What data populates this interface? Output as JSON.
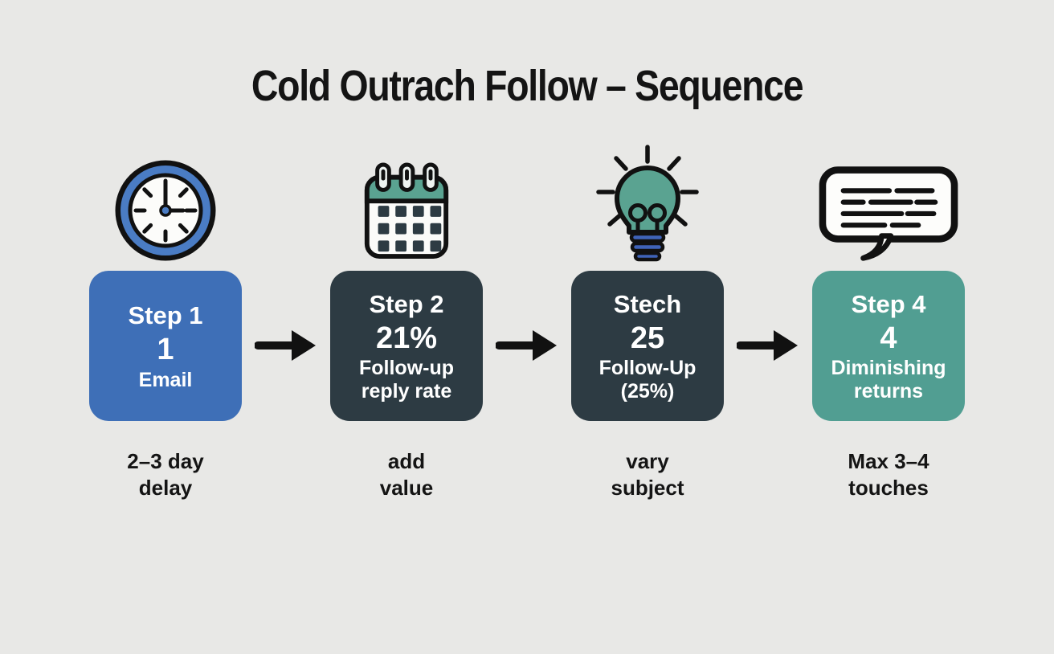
{
  "title": "Cold Outrach Follow – Sequence",
  "colors": {
    "background": "#e8e8e6",
    "box_blue": "#3e6fb7",
    "box_dark": "#2d3b43",
    "box_teal": "#519e92",
    "icon_teal": "#5aa391",
    "icon_ring_blue": "#4a7cc4",
    "bulb_base_blue": "#3f63b8",
    "box_text": "#ffffff",
    "caption_text": "#141414",
    "arrow": "#111111"
  },
  "icons": [
    "clock-icon",
    "calendar-icon",
    "lightbulb-icon",
    "speech-bubble-icon",
    "arrow-right-icon"
  ],
  "steps": [
    {
      "icon": "clock-icon",
      "box_color": "#3e6fb7",
      "step_label": "Step 1",
      "value": "1",
      "detail_line1": "Email",
      "detail_line2": "",
      "caption_line1": "2–3 day",
      "caption_line2": "delay"
    },
    {
      "icon": "calendar-icon",
      "box_color": "#2d3b43",
      "step_label": "Step 2",
      "value": "21%",
      "detail_line1": "Follow-up",
      "detail_line2": "reply rate",
      "caption_line1": "add",
      "caption_line2": "value"
    },
    {
      "icon": "lightbulb-icon",
      "box_color": "#2d3b43",
      "step_label": "Stech",
      "value": "25",
      "detail_line1": "Follow-Up",
      "detail_line2": "(25%)",
      "caption_line1": "vary",
      "caption_line2": "subject"
    },
    {
      "icon": "speech-bubble-icon",
      "box_color": "#519e92",
      "step_label": "Step 4",
      "value": "4",
      "detail_line1": "Diminishing",
      "detail_line2": "returns",
      "caption_line1": "Max 3–4",
      "caption_line2": "touches"
    }
  ]
}
